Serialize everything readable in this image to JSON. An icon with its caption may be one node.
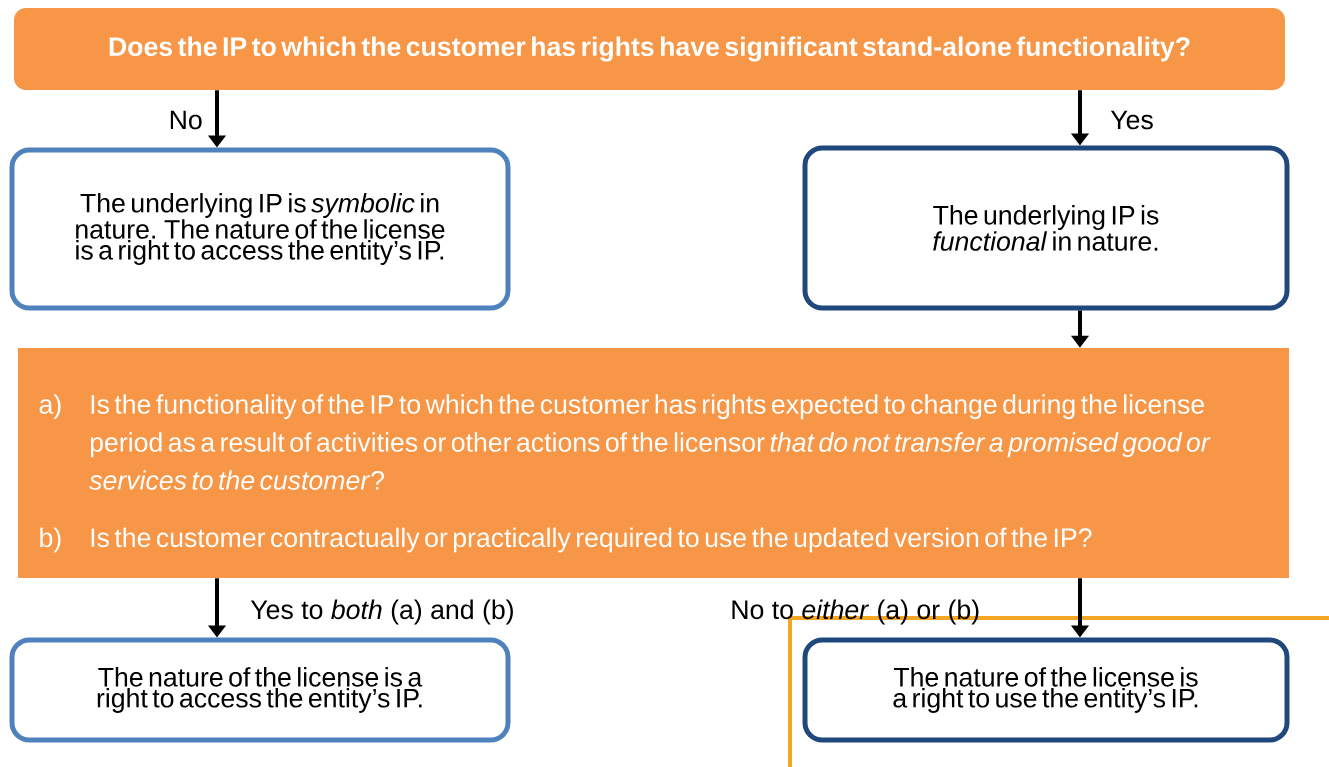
{
  "diagram": {
    "nodes": [
      {
        "text": [
          "Does the IP to which the customer has rights have significant stand-alone functionality?"
        ]
      },
      {
        "text": [
          "The underlying IP is *symbolic* in nature. The nature of the license is a right to access the entity’s IP."
        ]
      },
      {
        "text": [
          "The underlying IP is *functional* in nature."
        ]
      },
      {
        "text": [
          "a)",
          "Is the functionality of the IP to which the customer has rights expected to change during the license period as a result of activities or other actions of the licensor *that do not transfer a promised good or services to the customer*?",
          "b)",
          "Is the customer contractually or practically required to use the updated version of the IP?"
        ]
      },
      {
        "text": [
          "The nature of the license is a right to access the entity’s IP."
        ]
      },
      {
        "text": [
          "The nature of the license is a right to use the entity’s IP."
        ]
      }
    ],
    "edges": [
      {
        "from": 0,
        "to": 1,
        "arrow": "to",
        "label": "No"
      },
      {
        "from": 0,
        "to": 2,
        "arrow": "to",
        "label": "Yes"
      },
      {
        "from": 2,
        "to": 3,
        "arrow": "to"
      },
      {
        "from": 3,
        "to": 4,
        "arrow": "to",
        "label": "Yes to *both* (a) and (b)"
      },
      {
        "from": 3,
        "to": 5,
        "arrow": "to",
        "label": "No to *either* (a) or (b)"
      }
    ]
  }
}
